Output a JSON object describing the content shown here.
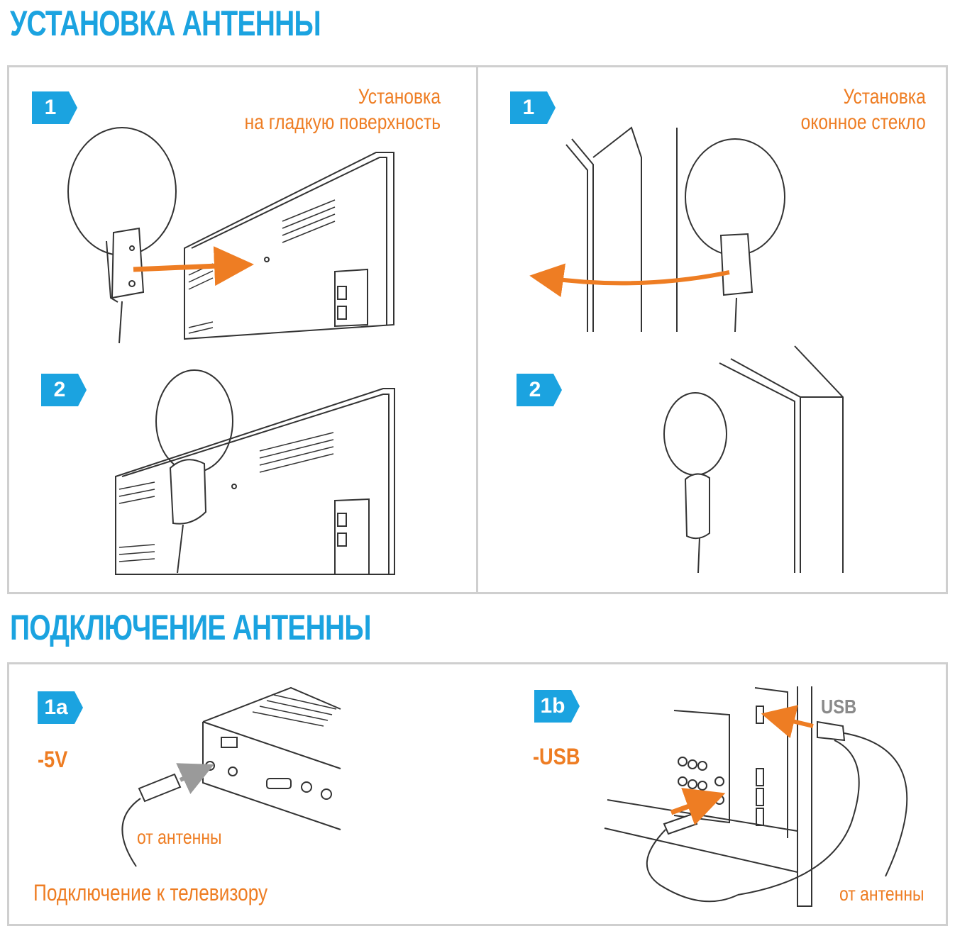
{
  "sections": {
    "install_title": "УСТАНОВКА АНТЕННЫ",
    "connect_title": "ПОДКЛЮЧЕНИЕ АНТЕННЫ"
  },
  "install": {
    "left": {
      "step1_badge": "1",
      "step2_badge": "2",
      "caption_line1": "Установка",
      "caption_line2": "на гладкую поверхность"
    },
    "right": {
      "step1_badge": "1",
      "step2_badge": "2",
      "caption_line1": "Установка",
      "caption_line2": "оконное стекло"
    }
  },
  "connect": {
    "left": {
      "badge": "1a",
      "power": "-5V",
      "from_antenna": "от антенны",
      "footer": "Подключение к телевизору"
    },
    "right": {
      "badge": "1b",
      "power": "-USB",
      "usb_label": "USB",
      "from_antenna": "от антенны"
    }
  },
  "colors": {
    "accent_blue": "#1ba3e0",
    "accent_orange": "#ee7d23",
    "panel_border": "#cfcfcf"
  }
}
